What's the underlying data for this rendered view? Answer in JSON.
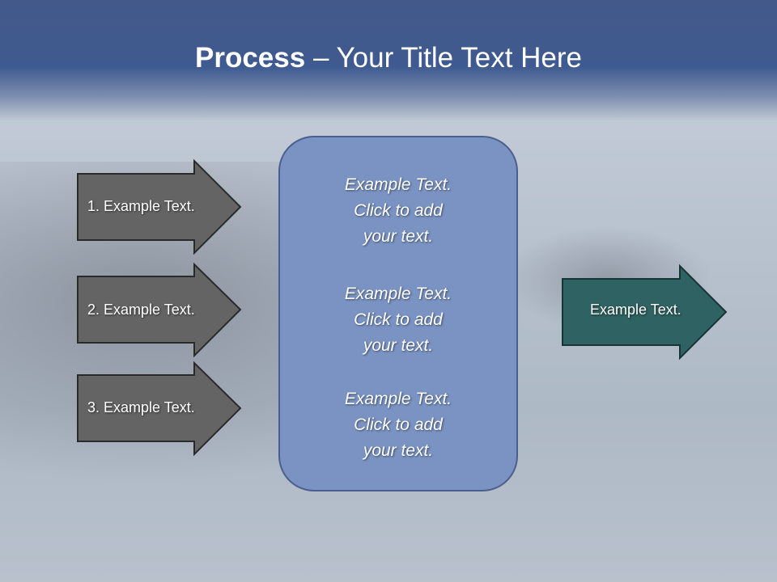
{
  "title": {
    "bold": "Process",
    "rest": " – Your Title Text Here"
  },
  "left_steps": [
    "1. Example Text.",
    "2. Example Text.",
    "3. Example Text."
  ],
  "center_blocks": [
    [
      "Example Text.",
      "Click  to add",
      "your text."
    ],
    [
      "Example Text.",
      "Click  to add",
      "your text."
    ],
    [
      "Example Text.",
      "Click  to add",
      "your text."
    ]
  ],
  "output": "Example Text.",
  "colors": {
    "step_arrow": "#646464",
    "output_arrow": "#2f6060",
    "center_box": "#7a93c3",
    "title_bar": "#3f5a8c"
  }
}
